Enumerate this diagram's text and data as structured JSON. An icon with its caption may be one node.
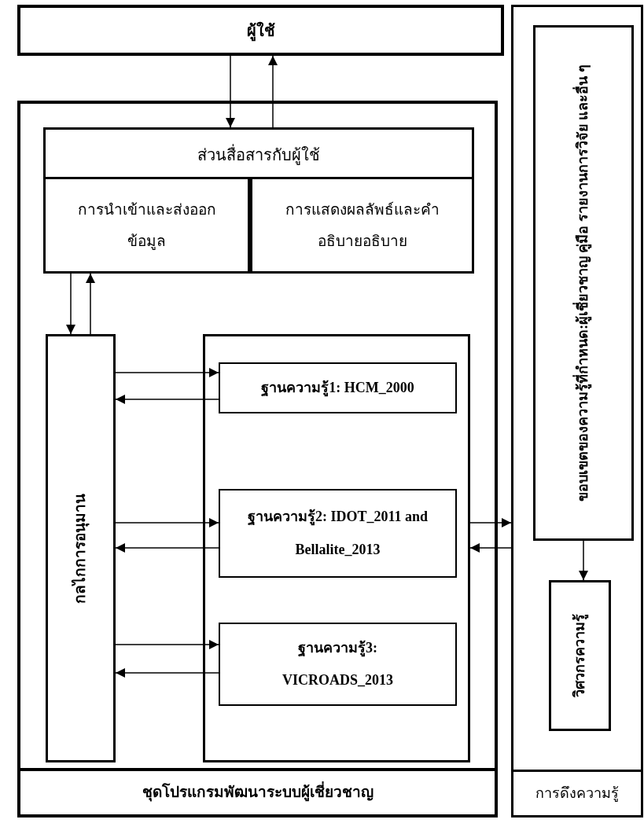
{
  "diagram": {
    "nodes": [
      {
        "text": [
          "ผู้ใช้"
        ]
      },
      {
        "text": [
          "ชุดโปรแกรมพัฒนาระบบผู้เชี่ยวชาญ"
        ]
      },
      {
        "text": [
          "ส่วนสื่อสารกับผู้ใช้"
        ],
        "in": 1
      },
      {
        "text": [
          "การนำเข้าและส่งออกข้อมูล"
        ],
        "in": 2
      },
      {
        "text": [
          "การแสดงผลลัพธ์และคำอธิบายอธิบาย"
        ],
        "in": 2
      },
      {
        "text": [
          "กลไกการอนุมาน"
        ],
        "in": 1
      },
      {
        "text": [],
        "shape": "box",
        "in": 1
      },
      {
        "text": [
          "ฐานความรู้1:   HCM_2000"
        ],
        "in": 6
      },
      {
        "text": [
          "ฐานความรู้2:  IDOT_2011 and Bellalite_2013"
        ],
        "in": 6
      },
      {
        "text": [
          "ฐานความรู้3: VICROADS_2013"
        ],
        "in": 6
      },
      {
        "text": [
          "การดึงความรู้"
        ]
      },
      {
        "text": [
          "ขอบเขตของความรู้ที่กำหนด:",
          "ผู้เชี่ยวชาญ คู่มือ รายงานการวิจัย และอื่น ๆ"
        ],
        "in": 10
      },
      {
        "text": [
          "วิศวกรความรู้"
        ],
        "in": 10
      }
    ],
    "edges": [
      {
        "from": 0,
        "to": 2,
        "arrow": "to"
      },
      {
        "from": 2,
        "to": 0,
        "arrow": "to"
      },
      {
        "from": 3,
        "to": 5,
        "arrow": "to"
      },
      {
        "from": 5,
        "to": 3,
        "arrow": "to"
      },
      {
        "from": 5,
        "to": 7,
        "arrow": "to"
      },
      {
        "from": 7,
        "to": 5,
        "arrow": "to"
      },
      {
        "from": 5,
        "to": 8,
        "arrow": "to"
      },
      {
        "from": 8,
        "to": 5,
        "arrow": "to"
      },
      {
        "from": 5,
        "to": 9,
        "arrow": "to"
      },
      {
        "from": 9,
        "to": 5,
        "arrow": "to"
      },
      {
        "from": 6,
        "to": 10,
        "arrow": "to"
      },
      {
        "from": 10,
        "to": 6,
        "arrow": "to"
      },
      {
        "from": 11,
        "to": 12,
        "arrow": "to"
      }
    ]
  }
}
